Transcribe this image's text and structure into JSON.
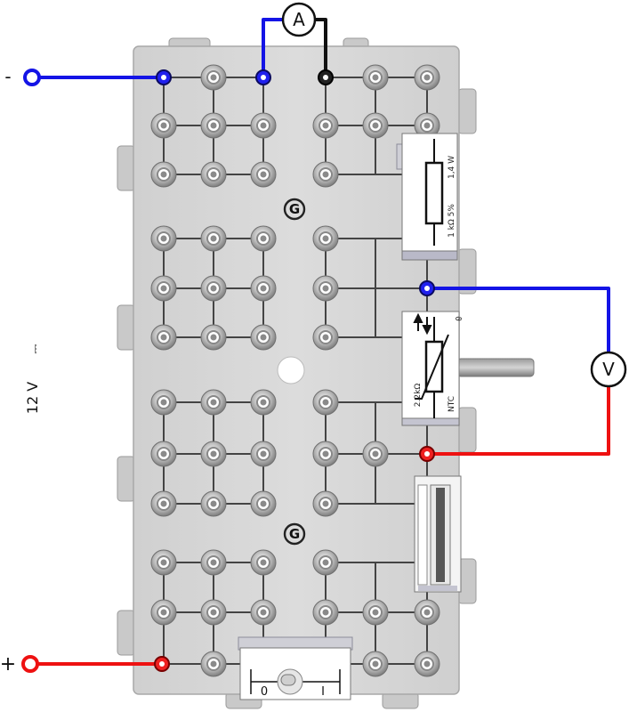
{
  "terminals": {
    "negative": "-",
    "positive": "+"
  },
  "supply": {
    "voltage": "12 V",
    "dc_symbol": "⎓"
  },
  "meters": {
    "ammeter": "A",
    "voltmeter": "V"
  },
  "resistor": {
    "power": "1,4 W",
    "value": "1 kΩ  5%"
  },
  "ntc": {
    "value": "2.2kΩ",
    "type": "NTC",
    "mark": "ϑ"
  },
  "switch": {
    "off": "0",
    "on": "I"
  },
  "board": {
    "logo": "G"
  },
  "colors": {
    "negative_wire": "#1414e6",
    "positive_wire": "#ee1111",
    "ammeter_wire": "#111111",
    "board": "#d9d9d9"
  }
}
